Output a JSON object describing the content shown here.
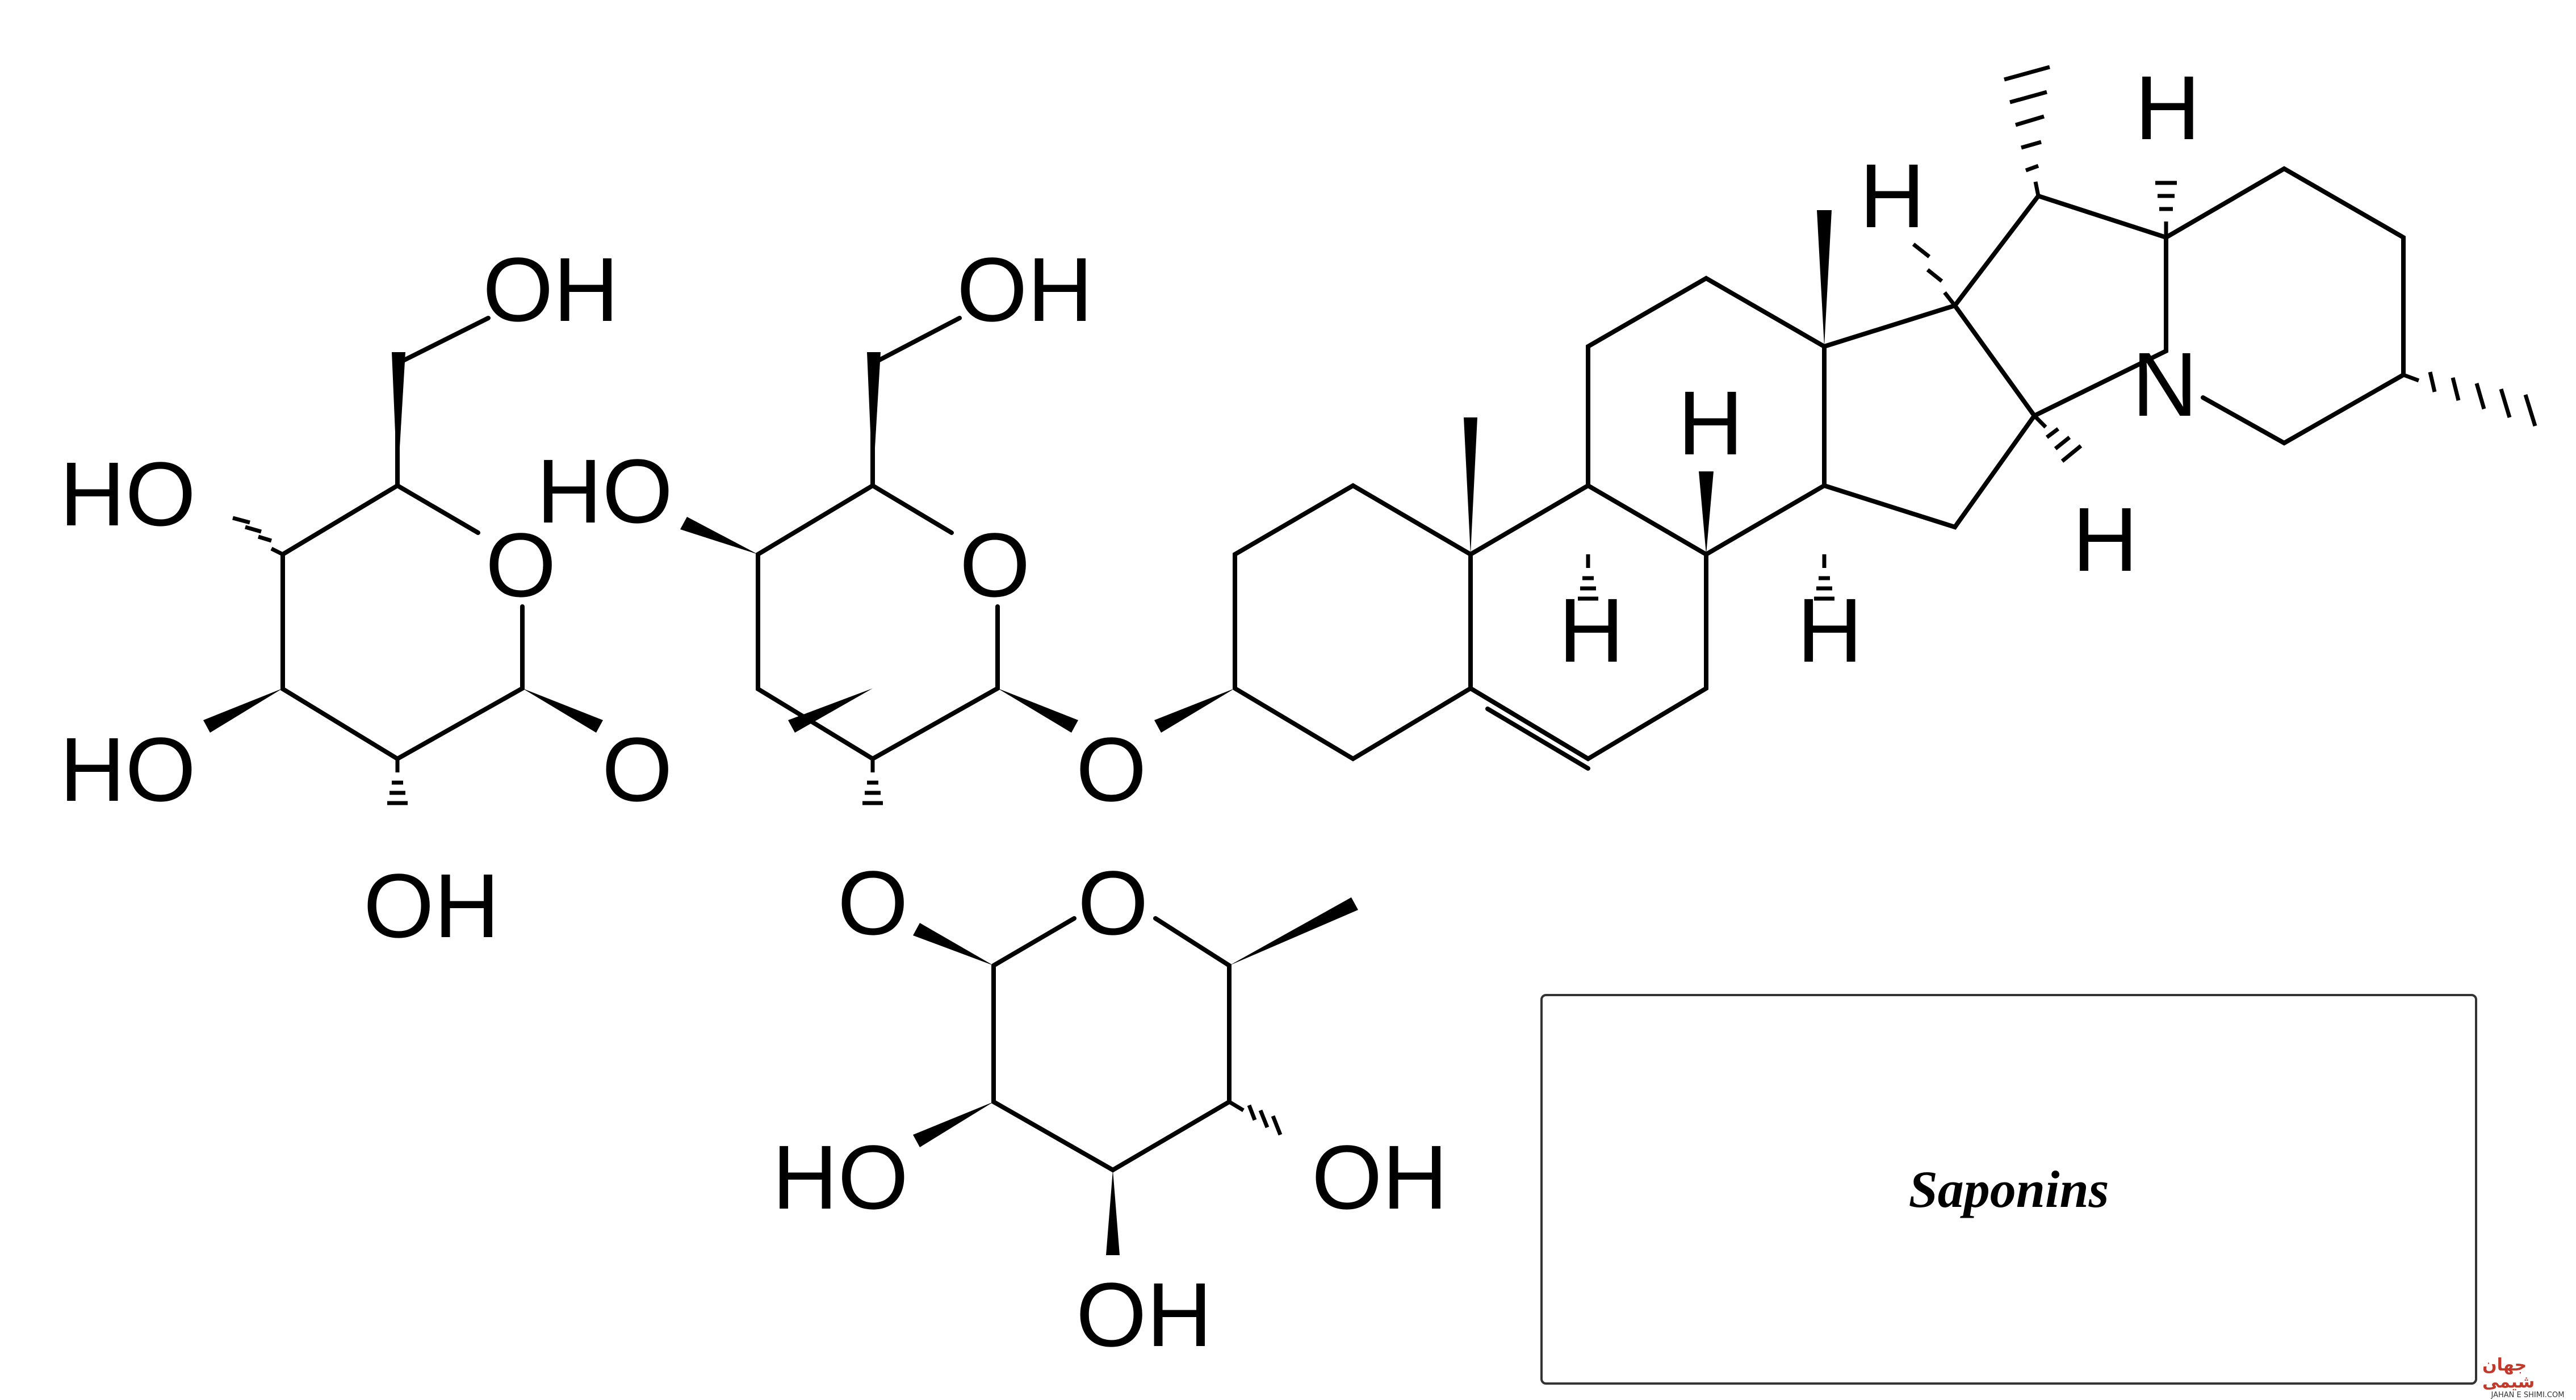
{
  "labels": {
    "oh": "OH",
    "ho": "HO",
    "o": "O",
    "h": "H",
    "n": "N"
  },
  "caption": "Saponins",
  "watermark": {
    "brand": "جهان شیمی",
    "site": "JAHAN E SHIMI.COM"
  }
}
